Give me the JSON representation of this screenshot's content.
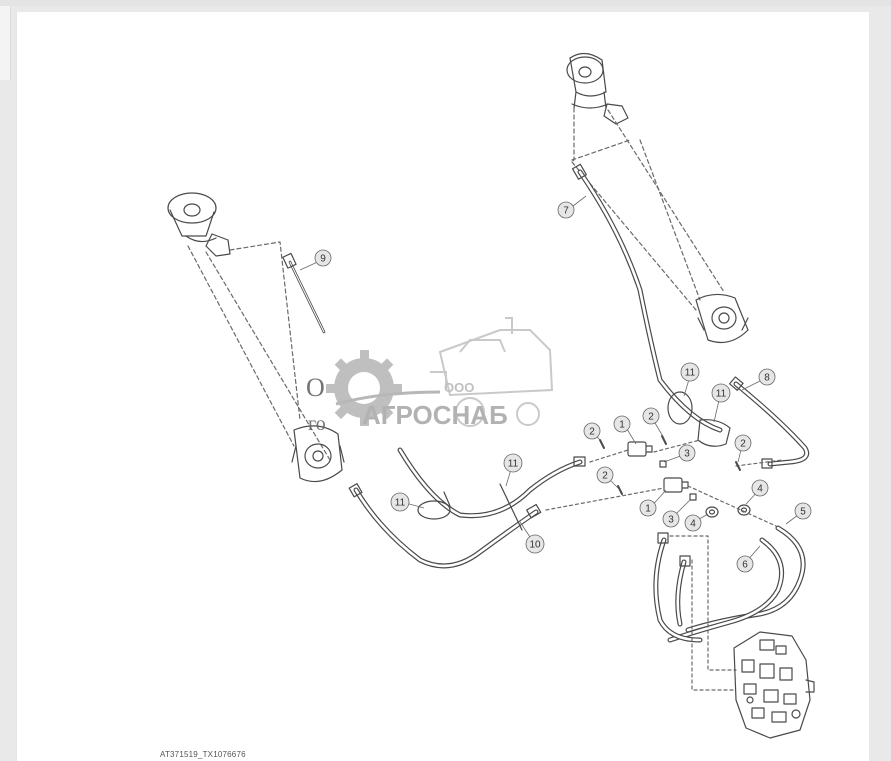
{
  "callouts": [
    {
      "id": "c9",
      "label": "9"
    },
    {
      "id": "c7",
      "label": "7"
    },
    {
      "id": "c8",
      "label": "8"
    },
    {
      "id": "c11a",
      "label": "11"
    },
    {
      "id": "c11b",
      "label": "11"
    },
    {
      "id": "c11c",
      "label": "11"
    },
    {
      "id": "c11d",
      "label": "11"
    },
    {
      "id": "c10",
      "label": "10"
    },
    {
      "id": "c1a",
      "label": "1"
    },
    {
      "id": "c1b",
      "label": "1"
    },
    {
      "id": "c2a",
      "label": "2"
    },
    {
      "id": "c2b",
      "label": "2"
    },
    {
      "id": "c2c",
      "label": "2"
    },
    {
      "id": "c2d",
      "label": "2"
    },
    {
      "id": "c3a",
      "label": "3"
    },
    {
      "id": "c3b",
      "label": "3"
    },
    {
      "id": "c4a",
      "label": "4"
    },
    {
      "id": "c4b",
      "label": "4"
    },
    {
      "id": "c5",
      "label": "5"
    },
    {
      "id": "c6",
      "label": "6"
    }
  ],
  "watermark": {
    "brand": "АГРОСНАБ",
    "prefix": "ООО",
    "fragment_left": "О",
    "fragment_left2": "го"
  },
  "figure_id": "AT371519_TX1076676",
  "colors": {
    "line": "#4a4a4a",
    "dash": "#6a6a6a",
    "callout_fill": "#e6e6e6",
    "watermark": "#b9b9b9"
  }
}
